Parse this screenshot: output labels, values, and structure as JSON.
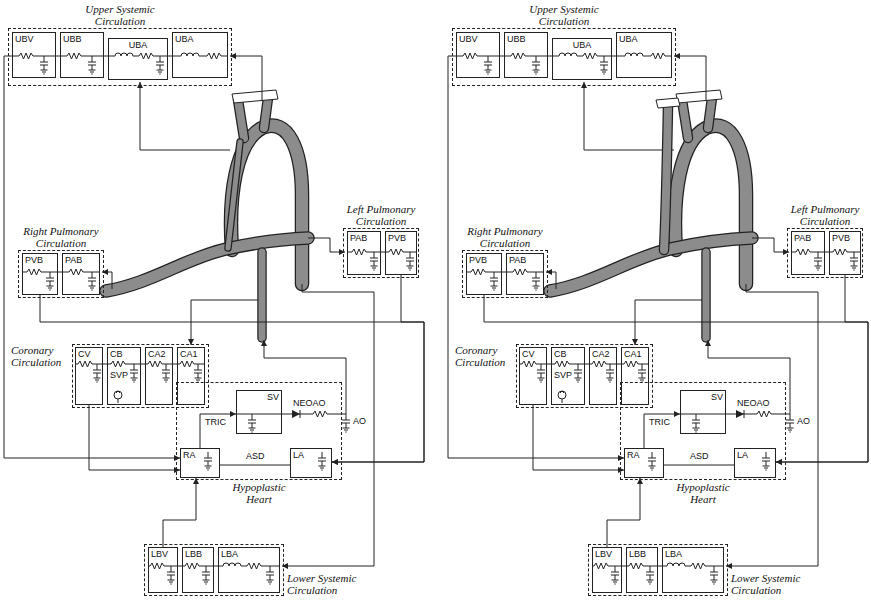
{
  "diagram": {
    "nodes": [
      {
        "text": [
          "Upper Systemic Circulation"
        ]
      },
      {
        "text": [
          "UBV"
        ],
        "in": 0
      },
      {
        "text": [
          "UBB"
        ],
        "in": 0
      },
      {
        "text": [
          "UBA"
        ],
        "in": 0
      },
      {
        "text": [
          "UBA"
        ],
        "in": 0
      },
      {
        "text": [
          "Right Pulmonary Circulation"
        ]
      },
      {
        "text": [
          "PVB"
        ],
        "in": 5
      },
      {
        "text": [
          "PAB"
        ],
        "in": 5
      },
      {
        "text": [
          "Left Pulmonary Circulation"
        ]
      },
      {
        "text": [
          "PAB"
        ],
        "in": 8
      },
      {
        "text": [
          "PVB"
        ],
        "in": 8
      },
      {
        "text": [
          "Coronary Circulation"
        ]
      },
      {
        "text": [
          "CV"
        ],
        "in": 11
      },
      {
        "text": [
          "CB",
          "SVP"
        ],
        "in": 11
      },
      {
        "text": [
          "CA2"
        ],
        "in": 11
      },
      {
        "text": [
          "CA1"
        ],
        "in": 11
      },
      {
        "text": [
          "Hypoplastic Heart"
        ]
      },
      {
        "text": [
          "SV"
        ],
        "in": 16
      },
      {
        "text": [
          "RA"
        ],
        "in": 16
      },
      {
        "text": [
          "LA"
        ],
        "in": 16
      },
      {
        "text": [
          "Lower Systemic Circulation"
        ]
      },
      {
        "text": [
          "LBV"
        ],
        "in": 20
      },
      {
        "text": [
          "LBB"
        ],
        "in": 20
      },
      {
        "text": [
          "LBA"
        ],
        "in": 20
      },
      {
        "text": [
          "Upper Systemic Circulation"
        ]
      },
      {
        "text": [
          "UBV"
        ],
        "in": 24
      },
      {
        "text": [
          "UBB"
        ],
        "in": 24
      },
      {
        "text": [
          "UBA"
        ],
        "in": 24
      },
      {
        "text": [
          "UBA"
        ],
        "in": 24
      },
      {
        "text": [
          "Right Pulmonary Circulation"
        ]
      },
      {
        "text": [
          "PVB"
        ],
        "in": 29
      },
      {
        "text": [
          "PAB"
        ],
        "in": 29
      },
      {
        "text": [
          "Left Pulmonary Circulation"
        ]
      },
      {
        "text": [
          "PAB"
        ],
        "in": 32
      },
      {
        "text": [
          "PVB"
        ],
        "in": 32
      },
      {
        "text": [
          "Coronary Circulation"
        ]
      },
      {
        "text": [
          "CV"
        ],
        "in": 35
      },
      {
        "text": [
          "CB",
          "SVP"
        ],
        "in": 35
      },
      {
        "text": [
          "CA2"
        ],
        "in": 35
      },
      {
        "text": [
          "CA1"
        ],
        "in": 35
      },
      {
        "text": [
          "Hypoplastic Heart"
        ]
      },
      {
        "text": [
          "SV"
        ],
        "in": 40
      },
      {
        "text": [
          "RA"
        ],
        "in": 40
      },
      {
        "text": [
          "LA"
        ],
        "in": 40
      },
      {
        "text": [
          "Lower Systemic Circulation"
        ]
      },
      {
        "text": [
          "LBV"
        ],
        "in": 44
      },
      {
        "text": [
          "LBB"
        ],
        "in": 44
      },
      {
        "text": [
          "LBA"
        ],
        "in": 44
      }
    ],
    "edges": [
      {
        "from": 4,
        "to": 3,
        "arrow": "none"
      },
      {
        "from": 3,
        "to": 2,
        "arrow": "none"
      },
      {
        "from": 2,
        "to": 1,
        "arrow": "none"
      },
      {
        "from": 1,
        "to": 18,
        "arrow": "to"
      },
      {
        "from": 7,
        "to": 6,
        "arrow": "none"
      },
      {
        "from": 9,
        "to": 10,
        "arrow": "none"
      },
      {
        "from": 6,
        "to": 19,
        "arrow": "to"
      },
      {
        "from": 10,
        "to": 19,
        "arrow": "to"
      },
      {
        "from": 15,
        "to": 14,
        "arrow": "none"
      },
      {
        "from": 14,
        "to": 13,
        "arrow": "none"
      },
      {
        "from": 13,
        "to": 12,
        "arrow": "none"
      },
      {
        "from": 12,
        "to": 18,
        "arrow": "to"
      },
      {
        "from": 18,
        "to": 17,
        "arrow": "to",
        "label": "TRIC"
      },
      {
        "from": 19,
        "to": 18,
        "arrow": "none",
        "label": "ASD"
      },
      {
        "from": 23,
        "to": 22,
        "arrow": "none"
      },
      {
        "from": 22,
        "to": 21,
        "arrow": "none"
      },
      {
        "from": 21,
        "to": 18,
        "arrow": "to"
      },
      {
        "from": 28,
        "to": 27,
        "arrow": "none"
      },
      {
        "from": 27,
        "to": 26,
        "arrow": "none"
      },
      {
        "from": 26,
        "to": 25,
        "arrow": "none"
      },
      {
        "from": 25,
        "to": 42,
        "arrow": "to"
      },
      {
        "from": 31,
        "to": 30,
        "arrow": "none"
      },
      {
        "from": 33,
        "to": 34,
        "arrow": "none"
      },
      {
        "from": 30,
        "to": 43,
        "arrow": "to"
      },
      {
        "from": 34,
        "to": 43,
        "arrow": "to"
      },
      {
        "from": 39,
        "to": 38,
        "arrow": "none"
      },
      {
        "from": 38,
        "to": 37,
        "arrow": "none"
      },
      {
        "from": 37,
        "to": 36,
        "arrow": "none"
      },
      {
        "from": 36,
        "to": 42,
        "arrow": "to"
      },
      {
        "from": 42,
        "to": 41,
        "arrow": "to",
        "label": "TRIC"
      },
      {
        "from": 43,
        "to": 42,
        "arrow": "none",
        "label": "ASD"
      },
      {
        "from": 47,
        "to": 46,
        "arrow": "none"
      },
      {
        "from": 46,
        "to": 45,
        "arrow": "none"
      },
      {
        "from": 45,
        "to": 42,
        "arrow": "to"
      }
    ],
    "labels": [
      "NEOAO",
      "AO",
      "NEOAO",
      "AO"
    ]
  }
}
